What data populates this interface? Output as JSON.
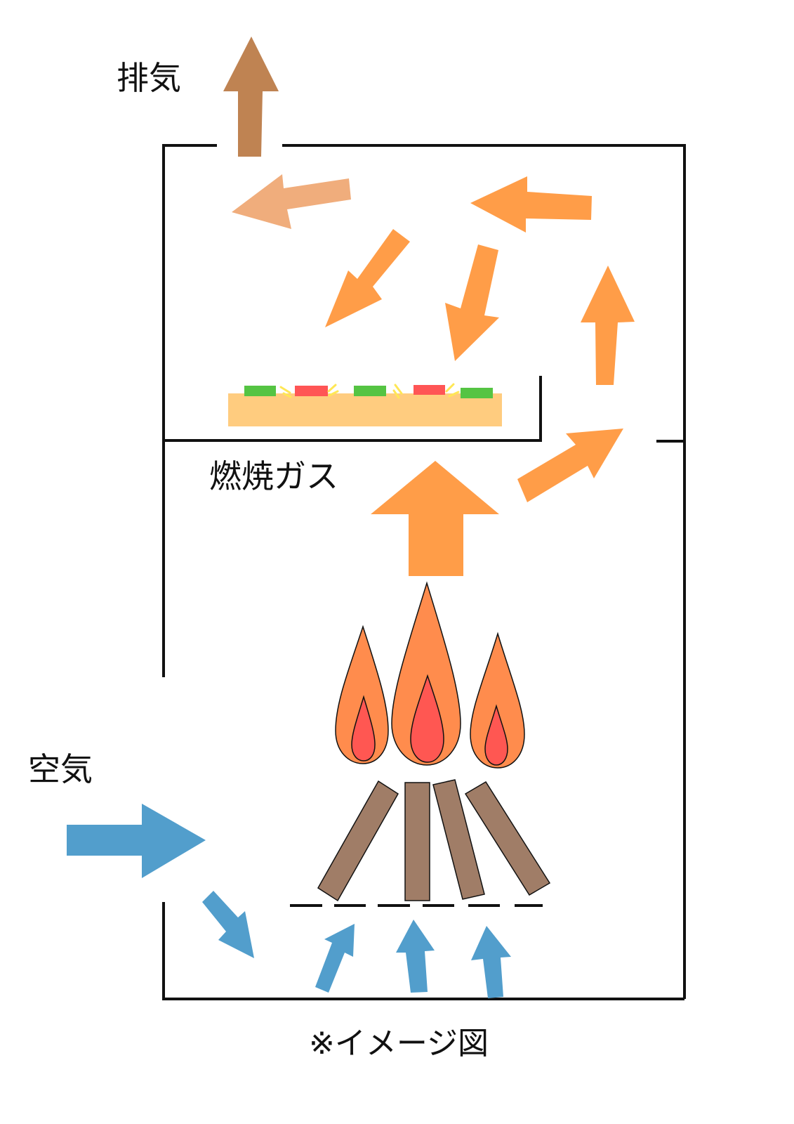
{
  "labels": {
    "exhaust": "排気",
    "combustion_gas": "燃焼ガス",
    "air": "空気",
    "note": "※イメージ図"
  },
  "colors": {
    "exhaust_arrow": "#bf8352",
    "gas_arrow": "#ff9d48",
    "gas_arrow_faded": "#f0ad7c",
    "air_arrow": "#529ecc",
    "flame_outer": "#ff8c4d",
    "flame_inner": "#ff5752",
    "log": "#a07d67",
    "pizza_base": "#ffcc7f",
    "topping_green": "#55c443",
    "topping_red": "#ff5555",
    "topping_spark": "#ffe755",
    "wall": "#111111"
  }
}
